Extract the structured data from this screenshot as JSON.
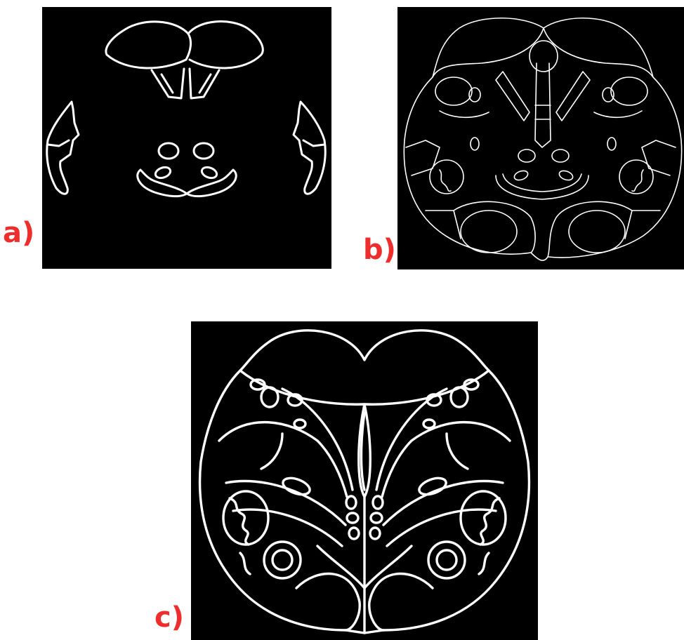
{
  "labels": {
    "a": "a)",
    "b": "b)",
    "c": "c)"
  },
  "colors": {
    "label": "#ee2d2d",
    "panel_background": "#000000",
    "contour": "#ffffff",
    "page_background": "#ffffff"
  }
}
